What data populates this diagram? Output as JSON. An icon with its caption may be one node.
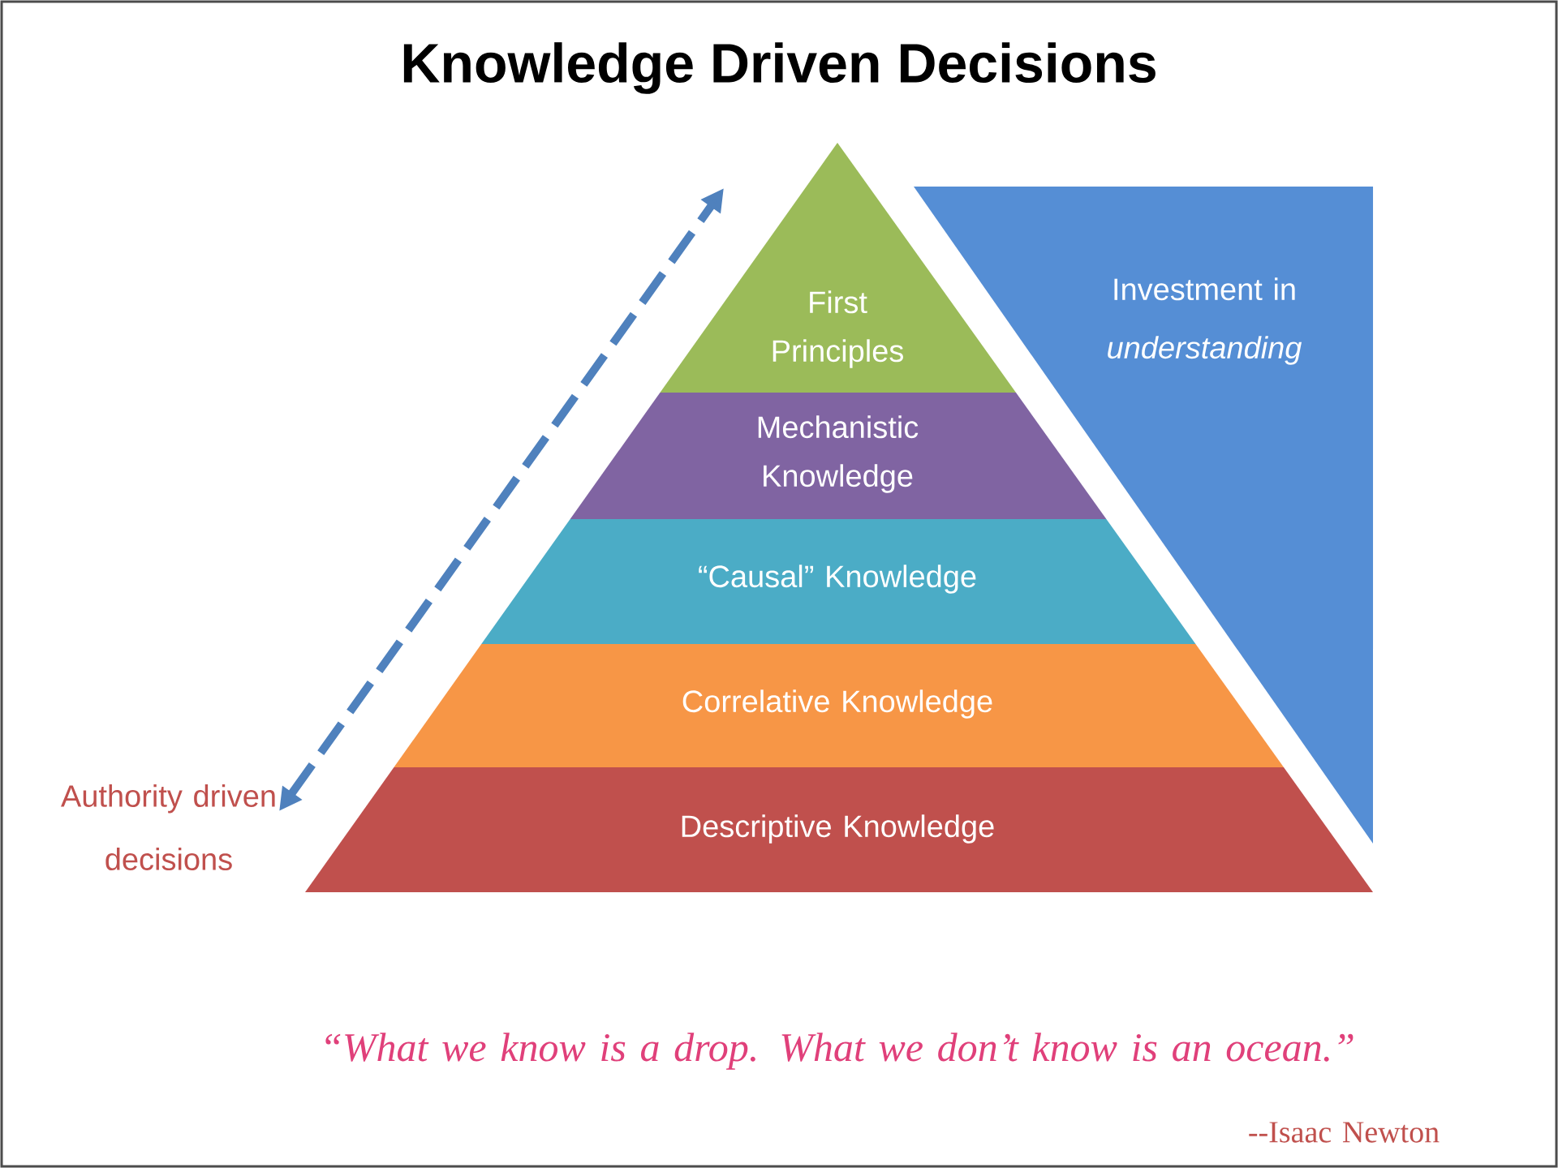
{
  "diagram": {
    "title": "Knowledge Driven Decisions",
    "nodes": [
      {
        "text": [
          "First Principles"
        ]
      },
      {
        "text": [
          "Mechanistic Knowledge"
        ]
      },
      {
        "text": [
          "“Causal” Knowledge"
        ]
      },
      {
        "text": [
          "Correlative Knowledge"
        ]
      },
      {
        "text": [
          "Descriptive Knowledge"
        ]
      },
      {
        "text": [
          "Investment in *understanding*"
        ]
      }
    ],
    "labels": [
      "Authority driven decisions",
      "“What we know is a drop.  What we don’t know is an ocean.”",
      "--Isaac Newton"
    ]
  }
}
